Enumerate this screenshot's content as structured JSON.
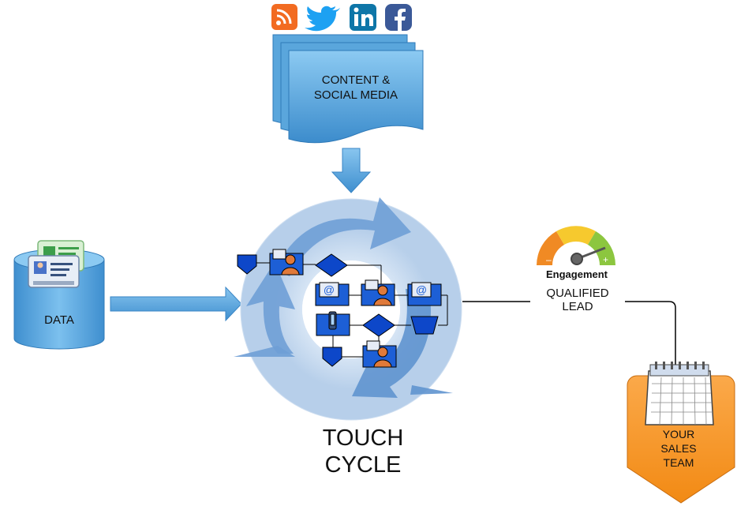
{
  "content_social": {
    "line1": "CONTENT &",
    "line2": "SOCIAL MEDIA"
  },
  "data_store": {
    "label": "DATA"
  },
  "touch_cycle": {
    "line1": "TOUCH",
    "line2": "CYCLE"
  },
  "engagement": {
    "label": "Engagement",
    "gauge_level": 0.85
  },
  "qualified": {
    "line1": "QUALIFIED",
    "line2": "LEAD"
  },
  "sales": {
    "line1": "YOUR",
    "line2": "SALES",
    "line3": "TEAM"
  },
  "social_icons": [
    "rss-icon",
    "twitter-icon",
    "linkedin-icon",
    "facebook-icon"
  ],
  "colors": {
    "blue": "#5aa6dc",
    "dark_blue": "#0d47c9",
    "orange": "#f7941d",
    "cycle": "#7aaee0"
  }
}
